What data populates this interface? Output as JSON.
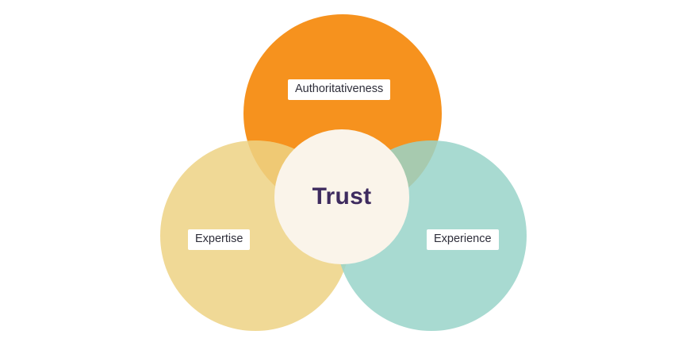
{
  "diagram": {
    "type": "venn",
    "center": {
      "label": "Trust",
      "color": "#FAF4EA",
      "text_color": "#3E2B5F"
    },
    "circles": [
      {
        "id": "authoritativeness",
        "label": "Authoritativeness",
        "color": "#F6921E"
      },
      {
        "id": "expertise",
        "label": "Expertise",
        "color": "#EDD284"
      },
      {
        "id": "experience",
        "label": "Experience",
        "color": "#99D3C9"
      }
    ],
    "background_color": "#FFFFFF",
    "label_chip_color": "#FFFFFF",
    "label_text_color": "#2E2E3A"
  }
}
